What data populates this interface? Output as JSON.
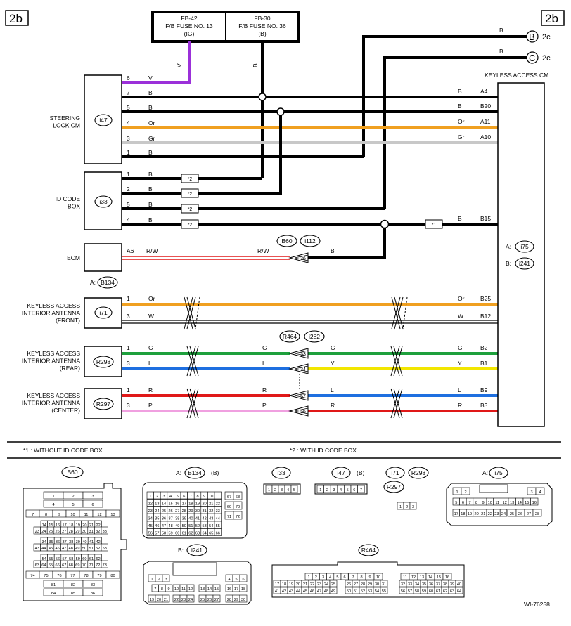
{
  "page": {
    "tag": "2b",
    "figure_id": "WI-76258"
  },
  "fuses": [
    {
      "line1": "FB-42",
      "line2": "F/B FUSE NO. 13",
      "line3": "(IG)",
      "wire_color": "V"
    },
    {
      "line1": "FB-30",
      "line2": "F/B FUSE NO. 36",
      "line3": "(B)",
      "wire_color": "B"
    }
  ],
  "offpage": [
    {
      "letter": "B",
      "ref": "2c",
      "wire_color": "B"
    },
    {
      "letter": "C",
      "ref": "2c",
      "wire_color": "B"
    }
  ],
  "components": {
    "steering": {
      "name": "STEERING\nLOCK CM",
      "conn": "i47",
      "pins": [
        {
          "pin": "6",
          "color": "V"
        },
        {
          "pin": "7",
          "color": "B"
        },
        {
          "pin": "5",
          "color": "B"
        },
        {
          "pin": "4",
          "color": "Or"
        },
        {
          "pin": "3",
          "color": "Gr"
        },
        {
          "pin": "1",
          "color": "B"
        }
      ]
    },
    "idbox": {
      "name": "ID CODE\nBOX",
      "conn": "i33",
      "pins": [
        {
          "pin": "1",
          "color": "B"
        },
        {
          "pin": "2",
          "color": "B"
        },
        {
          "pin": "5",
          "color": "B"
        },
        {
          "pin": "4",
          "color": "B"
        }
      ]
    },
    "ecm": {
      "name": "ECM",
      "pin": "A6",
      "color": "R/W",
      "mid_color": "R/W"
    },
    "front": {
      "name": "KEYLESS ACCESS\nINTERIOR ANTENNA\n(FRONT)",
      "conn": "i71",
      "prefix": "A:",
      "prefix_conn": "B134",
      "pins": [
        {
          "pin": "1",
          "color": "Or"
        },
        {
          "pin": "3",
          "color": "W"
        }
      ]
    },
    "rear": {
      "name": "KEYLESS ACCESS\nINTERIOR ANTENNA\n(REAR)",
      "conn": "R298",
      "pins": [
        {
          "pin": "1",
          "color": "G"
        },
        {
          "pin": "3",
          "color": "L"
        }
      ]
    },
    "center": {
      "name": "KEYLESS ACCESS\nINTERIOR ANTENNA\n(CENTER)",
      "conn": "R297",
      "pins": [
        {
          "pin": "1",
          "color": "R"
        },
        {
          "pin": "3",
          "color": "P"
        }
      ]
    },
    "kcm": {
      "name": "KEYLESS ACCESS CM",
      "conn_a_label": "A:",
      "conn_a": "i75",
      "conn_b_label": "B:",
      "conn_b": "i241",
      "pins": [
        {
          "pin": "A4",
          "color": "B"
        },
        {
          "pin": "B20",
          "color": "B"
        },
        {
          "pin": "A11",
          "color": "Or"
        },
        {
          "pin": "A10",
          "color": "Gr"
        },
        {
          "pin": "B15",
          "color": "B"
        },
        {
          "pin": "B25",
          "color": "Or"
        },
        {
          "pin": "B12",
          "color": "W"
        },
        {
          "pin": "B2",
          "color": "G"
        },
        {
          "pin": "B1",
          "color": "Y"
        },
        {
          "pin": "B9",
          "color": "L"
        },
        {
          "pin": "B3",
          "color": "R"
        }
      ]
    }
  },
  "joints": {
    "ecm_joint": {
      "conn1": "B60",
      "conn2": "i112",
      "pin": "36",
      "out_color": "B"
    },
    "rear_joint": {
      "conn1": "R464",
      "conn2": "i282",
      "pins": [
        {
          "pin": "33",
          "in": "G",
          "out": "G"
        },
        {
          "pin": "34",
          "in": "L",
          "out": "Y"
        },
        {
          "pin": "57",
          "in": "R",
          "out": "L"
        },
        {
          "pin": "56",
          "in": "P",
          "out": "R"
        }
      ]
    }
  },
  "marks": {
    "star1": "*1",
    "star2": "*2"
  },
  "notes": [
    "*1  : WITHOUT ID CODE BOX",
    "*2  : WITH ID CODE BOX"
  ],
  "connector_views": {
    "b60": {
      "label": "B60",
      "rows": [
        [
          "1",
          "2",
          "3"
        ],
        [
          "4",
          "5",
          "6"
        ],
        [
          "7",
          "8",
          "9",
          "10",
          "11",
          "12",
          "13"
        ],
        [
          "14",
          "15",
          "16",
          "17",
          "18",
          "19",
          "20",
          "21",
          "22"
        ],
        [
          "23",
          "24",
          "25",
          "26",
          "27",
          "28",
          "29",
          "30",
          "31",
          "32",
          "33"
        ],
        [
          "34",
          "35",
          "36",
          "37",
          "38",
          "39",
          "40",
          "41",
          "42"
        ],
        [
          "43",
          "44",
          "45",
          "46",
          "47",
          "48",
          "49",
          "50",
          "51",
          "52",
          "53"
        ],
        [
          "54",
          "55",
          "56",
          "57",
          "58",
          "59",
          "60",
          "61",
          "62"
        ],
        [
          "63",
          "64",
          "65",
          "66",
          "67",
          "68",
          "69",
          "70",
          "71",
          "72",
          "73"
        ],
        [
          "74",
          "75",
          "76",
          "77",
          "78",
          "79",
          "80"
        ],
        [
          "81",
          "82",
          "83"
        ],
        [
          "84",
          "85",
          "86"
        ]
      ]
    },
    "b134": {
      "prefix": "A:",
      "label": "B134",
      "suffix": "(B)"
    },
    "i33": {
      "label": "i33",
      "pins": [
        "1",
        "2",
        "3",
        "4",
        "5"
      ]
    },
    "i47": {
      "label": "i47",
      "suffix": "(B)",
      "pins": [
        "1",
        "2",
        "3",
        "4",
        "5",
        "6",
        "7"
      ]
    },
    "antennas": {
      "labels": [
        "i71",
        "R298",
        "R297"
      ],
      "pins": [
        "1",
        "2",
        "3"
      ]
    },
    "i75": {
      "prefix": "A:",
      "label": "i75"
    },
    "i241": {
      "prefix": "B:",
      "label": "i241"
    },
    "r464": {
      "label": "R464"
    }
  },
  "colors": {
    "black": "#000000",
    "violet": "#9b30d9",
    "orange": "#f0a020",
    "gray": "#c8c8c8",
    "red": "#e01818",
    "green": "#1ea03c",
    "blue": "#1e6fe0",
    "yellow": "#f2e600",
    "pink": "#f0a0e0",
    "white": "#ffffff"
  }
}
